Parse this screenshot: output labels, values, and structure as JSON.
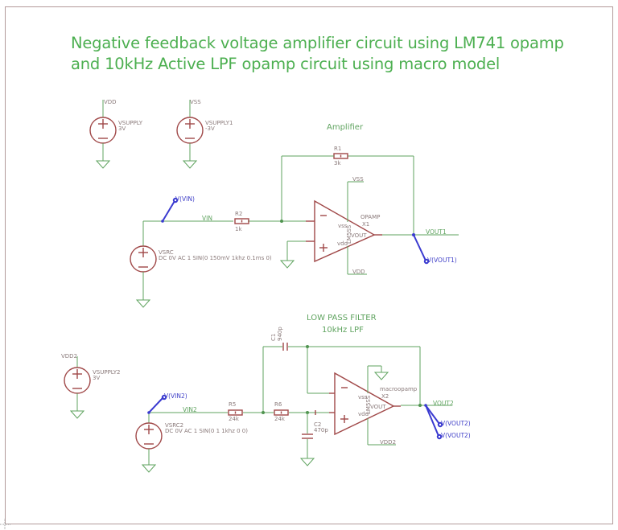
{
  "title": {
    "line1": "Negative feedback voltage amplifier circuit using LM741 opamp",
    "line2": "and 10kHz Active LPF opamp circuit using macro model"
  },
  "colors": {
    "title": "#4caf50",
    "wire": "#5fa35f",
    "component": "#a04848",
    "probe": "#3a3ad0",
    "label": "#8a7a7a"
  },
  "supplies": {
    "vsupply": {
      "net": "VDD",
      "name": "VSUPPLY",
      "value": "3V"
    },
    "vsupply1": {
      "net": "VSS",
      "name": "VSUPPLY1",
      "value": "-3V"
    },
    "vsupply2": {
      "net": "VDD2",
      "name": "VSUPPLY2",
      "value": "3V"
    }
  },
  "amplifier": {
    "section_label": "Amplifier",
    "r1": {
      "name": "R1",
      "value": "3k"
    },
    "r2": {
      "name": "R2",
      "value": "1k"
    },
    "vsrc": {
      "name": "VSRC",
      "spec": "DC 0V AC 1 SIN(0 150mV 1khz 0.1ms 0)"
    },
    "opamp": {
      "model": "OPAMP",
      "ref": "X1",
      "pin_vss": "vss",
      "pin_vdd": "vdd",
      "pin_vout": "VOUT",
      "pin_minus": "−",
      "pin_plus": "+",
      "body_label": "LM5SS"
    },
    "nets": {
      "vin": "VIN",
      "vout": "VOUT1",
      "vss": "VSS",
      "vdd": "VDD"
    },
    "probes": {
      "vin": "V(VIN)",
      "vout": "V(VOUT1)"
    }
  },
  "lpf": {
    "section_label": "LOW PASS FILTER",
    "section_sub": "10kHz LPF",
    "c1": {
      "name": "C1",
      "value": "940p"
    },
    "c2": {
      "name": "C2",
      "value": "470p"
    },
    "r5": {
      "name": "R5",
      "value": "24k"
    },
    "r6": {
      "name": "R6",
      "value": "24k"
    },
    "vsrc2": {
      "name": "VSRC2",
      "spec": "DC 0V AC 1 SIN(0 1 1khz 0 0)"
    },
    "opamp": {
      "model": "macroopamp",
      "ref": "X2",
      "pin_vss": "vss",
      "pin_vdd": "vdd",
      "pin_vout": "VOUT",
      "pin_minus": "−",
      "pin_plus": "+",
      "body_label": "LM5SS"
    },
    "nets": {
      "vin": "VIN2",
      "vout": "VOUT2",
      "vdd": "VDD2"
    },
    "probes": {
      "vin": "V(VIN2)",
      "vout_a": "V(VOUT2)",
      "vout_b": "V(VOUT2)"
    }
  }
}
